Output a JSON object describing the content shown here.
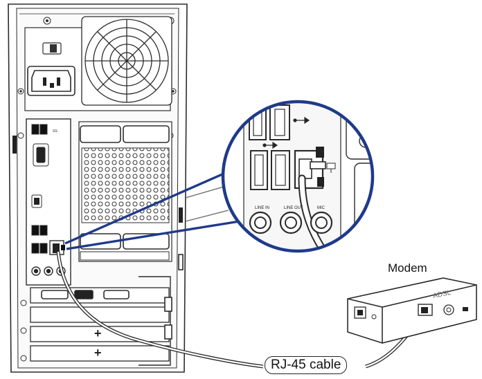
{
  "labels": {
    "modem": "Modem",
    "cable": "RJ-45 cable",
    "adsl": "ADSL"
  },
  "colors": {
    "line": "#2b2b2b",
    "zoom_ring": "#1f3a8a",
    "panel_fill": "#f4f4f4"
  },
  "icons": [
    "power-socket-icon",
    "fan-grille-icon",
    "usb-port-icon",
    "vga-port-icon",
    "hdmi-port-icon",
    "rj45-port-icon",
    "audio-jack-icon",
    "screw-icon",
    "usb-symbol-icon",
    "lan-symbol-icon"
  ]
}
